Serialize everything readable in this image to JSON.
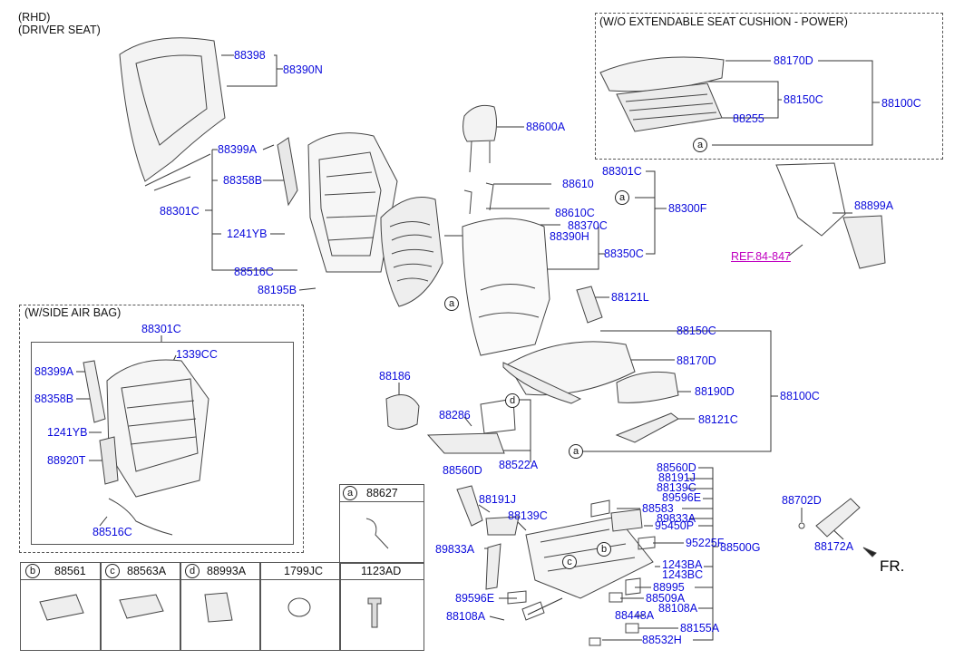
{
  "header": {
    "line1": "(RHD)",
    "line2": "(DRIVER SEAT)"
  },
  "box_wo_ext": {
    "title": "(W/O EXTENDABLE SEAT CUSHION - POWER)"
  },
  "box_airbag": {
    "title": "(W/SIDE AIR BAG)"
  },
  "colors": {
    "part_label": "#0a0adc",
    "ref_link": "#c000c0",
    "line": "#333333"
  },
  "labels": {
    "p88398": "88398",
    "p88390N": "88390N",
    "p88399A": "88399A",
    "p88358B": "88358B",
    "p88301C": "88301C",
    "p1241YB": "1241YB",
    "p88516C": "88516C",
    "p88195B": "88195B",
    "p88600A": "88600A",
    "p88301C_b": "88301C",
    "p88610": "88610",
    "p88610C": "88610C",
    "p88300F": "88300F",
    "p88370C": "88370C",
    "p88390H": "88390H",
    "p88350C": "88350C",
    "p88170D": "88170D",
    "p88150C": "88150C",
    "p88255": "88255",
    "p88100C": "88100C",
    "p88899A": "88899A",
    "p88121L": "88121L",
    "p88150C_b": "88150C",
    "p88170D_b": "88170D",
    "p88190D": "88190D",
    "p88100C_b": "88100C",
    "p88121C": "88121C",
    "p88186": "88186",
    "p88286": "88286",
    "p88522A": "88522A",
    "p88560D": "88560D",
    "ab_88301C": "88301C",
    "ab_1339CC": "1339CC",
    "ab_88399A": "88399A",
    "ab_88358B": "88358B",
    "ab_1241YB": "1241YB",
    "ab_88920T": "88920T",
    "ab_88516C": "88516C",
    "r88560D": "88560D",
    "r88191J": "88191J",
    "r88139C": "88139C",
    "r89596E": "89596E",
    "r88583": "88583",
    "r89833A": "89833A",
    "r95450P": "95450P",
    "r95225F": "95225F",
    "r88500G": "88500G",
    "r1243BA": "1243BA",
    "r1243BC": "1243BC",
    "r88995": "88995",
    "r88509A": "88509A",
    "r88108A": "88108A",
    "r88448A": "88448A",
    "r88155A": "88155A",
    "r88532H": "88532H",
    "l88191J": "88191J",
    "l88139C": "88139C",
    "l89833A": "89833A",
    "l89596E": "89596E",
    "l88108A": "88108A",
    "p88702D": "88702D",
    "p88172A": "88172A",
    "fr": "FR."
  },
  "ref_link": "REF.84-847",
  "callouts": {
    "a": "a",
    "b": "b",
    "c": "c",
    "d": "d"
  },
  "legend": {
    "a_part": "88627",
    "cells": [
      {
        "key": "b",
        "part": "88561"
      },
      {
        "key": "c",
        "part": "88563A"
      },
      {
        "key": "d",
        "part": "88993A"
      },
      {
        "key": "",
        "part": "1799JC"
      },
      {
        "key": "",
        "part": "1123AD"
      }
    ]
  }
}
